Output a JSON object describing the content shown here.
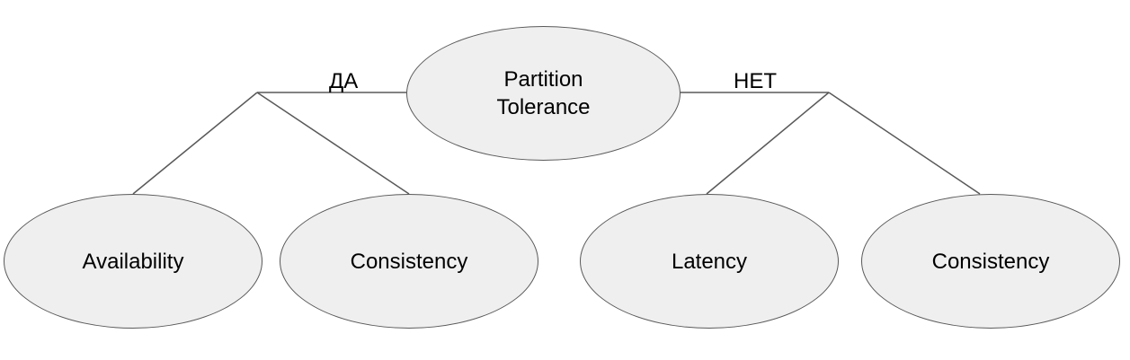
{
  "root": {
    "label": "Partition\nTolerance"
  },
  "branches": {
    "yes_label": "ДА",
    "no_label": "НЕТ"
  },
  "leaves": {
    "availability": "Availability",
    "consistency_left": "Consistency",
    "latency": "Latency",
    "consistency_right": "Consistency"
  },
  "colors": {
    "node_fill": "#efefef",
    "node_stroke": "#595959",
    "line": "#595959",
    "text": "#000000"
  }
}
